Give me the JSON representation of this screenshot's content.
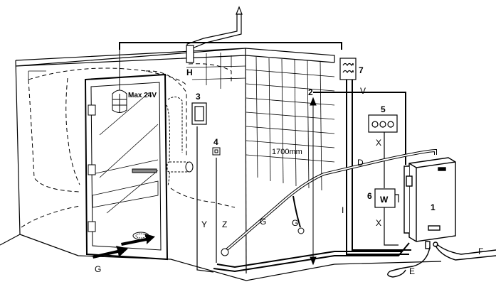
{
  "labels": {
    "max_voltage": "Max 24V",
    "measurement": "1700mm",
    "n1": "1",
    "n2": "2",
    "n3": "3",
    "n4": "4",
    "n5": "5",
    "n6": "6",
    "n7": "7",
    "ctrl_w": "W",
    "V": "V",
    "H": "H",
    "D": "D",
    "X_top": "X",
    "X_bottom": "X",
    "I": "I",
    "Y": "Y",
    "Z": "Z",
    "G_pipe": "G",
    "G_mid": "G",
    "G_bottom": "G",
    "E": "E",
    "F": "F"
  },
  "colors": {
    "line": "#000000",
    "bg": "#ffffff"
  }
}
